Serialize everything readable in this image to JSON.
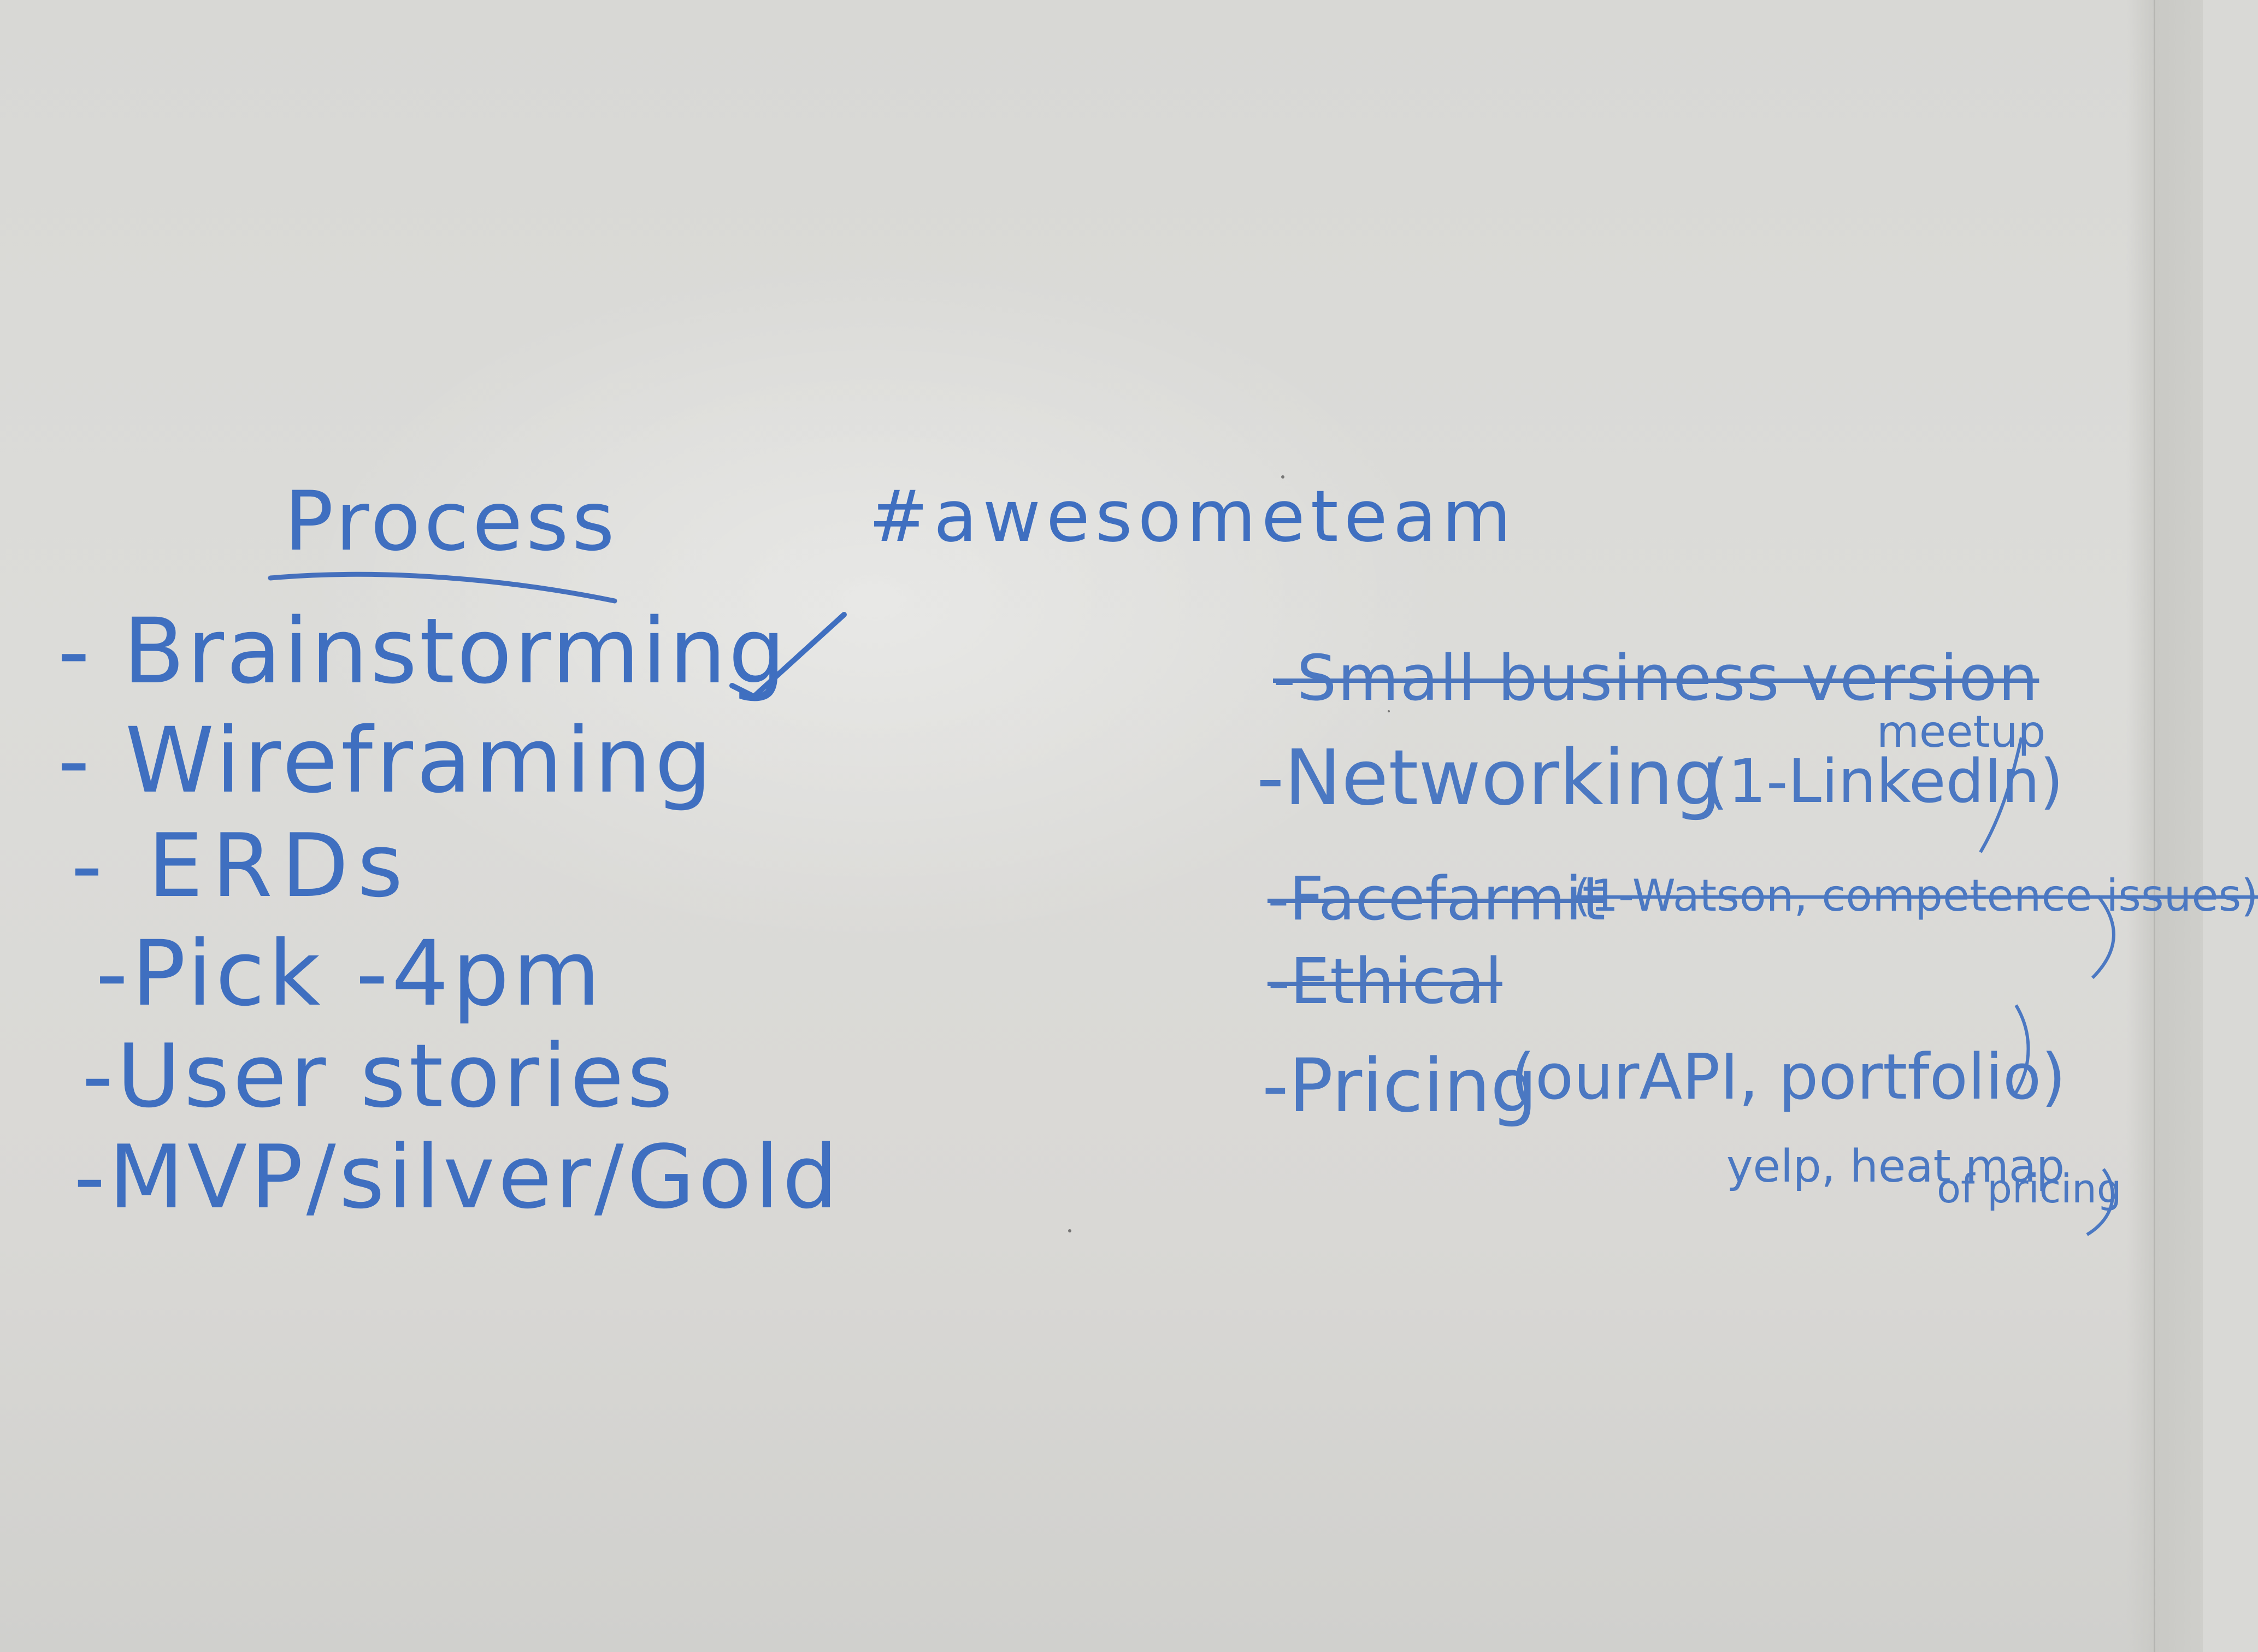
{
  "whiteboard": {
    "hashtag": "#awesometeam",
    "left_column": {
      "heading": "Process",
      "items": [
        "- Brainstorming",
        "- Wireframing",
        "- ERDs",
        "-Pick -4pm",
        "-User stories",
        "-MVP/silver/Gold"
      ]
    },
    "right_column": {
      "items": [
        "-Small business version",
        "-Networking",
        "-Facefarmit",
        "-Ethical",
        "-Pricing"
      ],
      "networking_note": "(1-LinkedIn)",
      "networking_extra": "meetup",
      "facefarmit_note": "(1-Watson, competence issues)",
      "pricing_note": "(ourAPI, portfolio)",
      "pricing_sub_1": "yelp, heat map",
      "pricing_sub_2": "of pricing"
    },
    "ink_color": "#3f6fc0",
    "board_color": "#d9d9d6"
  }
}
